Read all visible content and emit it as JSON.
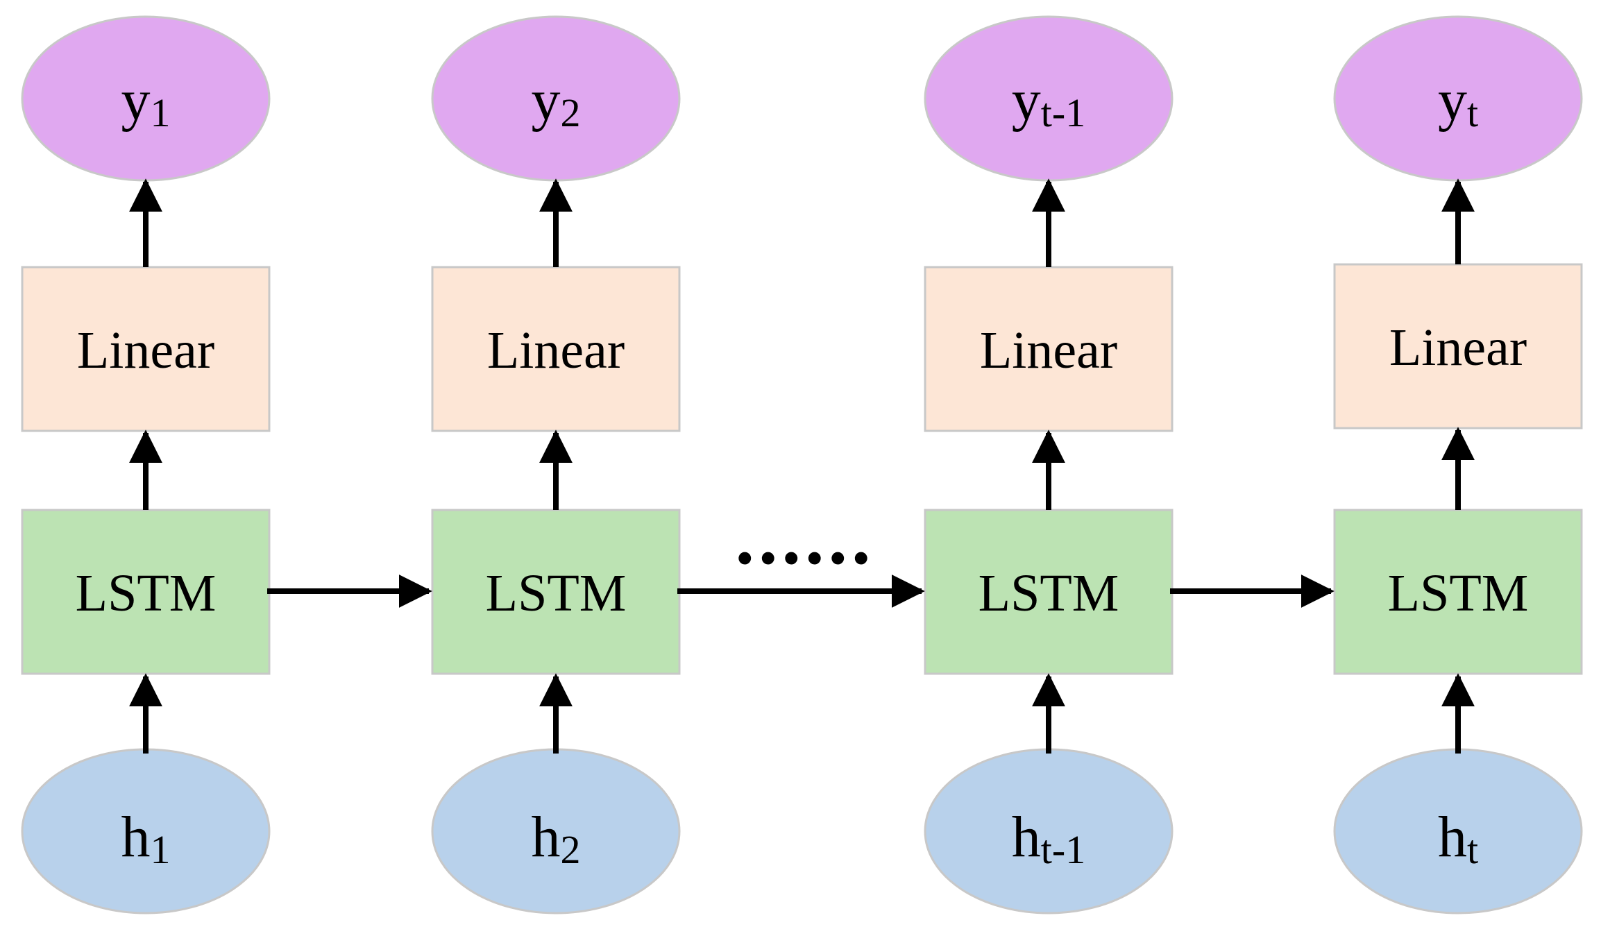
{
  "colors": {
    "output_fill": "#e0a8f0",
    "linear_fill": "#fde6d6",
    "lstm_fill": "#bce3b3",
    "input_fill": "#b8d1eb",
    "border": "#c8c8c8",
    "arrow": "#000000"
  },
  "ellipsis": "......",
  "columns": [
    {
      "output": {
        "base": "y",
        "sub": "1"
      },
      "linear": "Linear",
      "lstm": "LSTM",
      "input": {
        "base": "h",
        "sub": "1"
      }
    },
    {
      "output": {
        "base": "y",
        "sub": "2"
      },
      "linear": "Linear",
      "lstm": "LSTM",
      "input": {
        "base": "h",
        "sub": "2"
      }
    },
    {
      "output": {
        "base": "y",
        "sub": "t-1"
      },
      "linear": "Linear",
      "lstm": "LSTM",
      "input": {
        "base": "h",
        "sub": "t-1"
      }
    },
    {
      "output": {
        "base": "y",
        "sub": "t"
      },
      "linear": "Linear",
      "lstm": "LSTM",
      "input": {
        "base": "h",
        "sub": "t"
      }
    }
  ]
}
